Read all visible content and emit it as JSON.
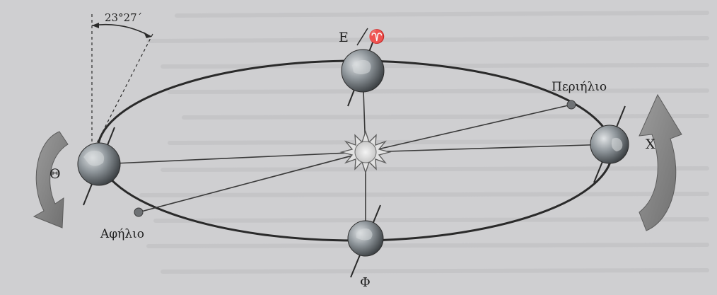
{
  "labels": {
    "tilt_angle": "23°27΄",
    "equinox_top": "Ε",
    "aries_symbol": "♈",
    "perihelion": "Περιήλιο",
    "aphelion": "Αφήλιο",
    "left_position": "Θ",
    "right_position": "Χ",
    "bottom_position": "Φ"
  },
  "colors": {
    "page_background": "#cfcfd1",
    "orbit_line": "#2a2a2a",
    "planet_dark": "#3f4347",
    "planet_light": "#cfd3d6",
    "sun_fill": "#e6e6e6",
    "arrow_fill": "#8a8a8a"
  }
}
